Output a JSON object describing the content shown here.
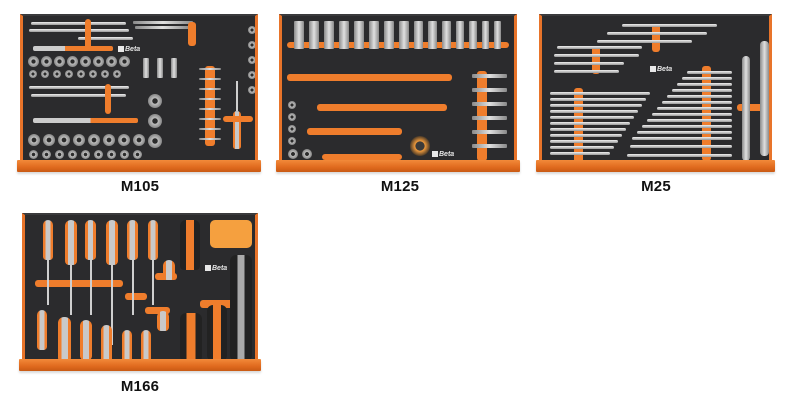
{
  "brand_logo": "Beta",
  "trays": [
    {
      "id": "m105",
      "label": "M105",
      "contents": "sockets, ratchets, extension bars, hex keys, bits, screwdriver"
    },
    {
      "id": "m125",
      "label": "M125",
      "contents": "deep sockets, bit sockets, extension bars, measuring tape"
    },
    {
      "id": "m25",
      "label": "M25",
      "contents": "double ring wrenches, combination wrenches, large combination wrenches"
    },
    {
      "id": "m166",
      "label": "M166",
      "contents": "screwdrivers, pliers, water pump pliers, bit holder"
    }
  ],
  "colors": {
    "foam": "#2b2b2d",
    "accent_orange": "#ef7d2c",
    "chrome": "#c9c9c9",
    "label_text": "#111111"
  }
}
